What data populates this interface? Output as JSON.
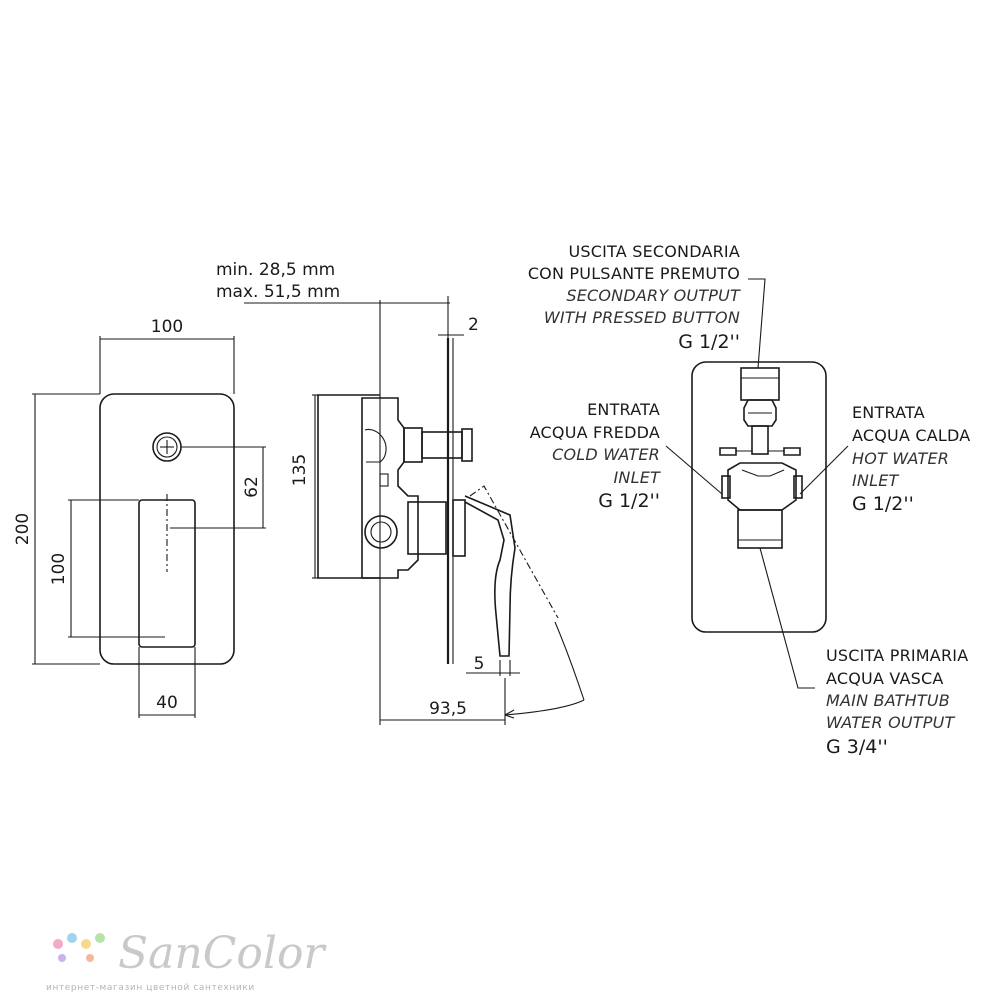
{
  "front_view": {
    "width_label": "100",
    "height_label": "200",
    "button_offset_label": "62",
    "lever_height_label": "100",
    "lever_width_label": "40"
  },
  "side_view": {
    "depth_min": "min. 28,5 mm",
    "depth_max": "max. 51,5 mm",
    "plate_thickness_label": "2",
    "body_height_label": "135",
    "lever_gap_label": "5",
    "total_depth_label": "93,5"
  },
  "rear_view": {
    "secondary_output": {
      "lines_it": [
        "USCITA SECONDARIA",
        "CON PULSANTE PREMUTO"
      ],
      "lines_en": [
        "SECONDARY OUTPUT",
        "WITH PRESSED BUTTON"
      ],
      "thread": "G 1/2''"
    },
    "cold_inlet": {
      "lines_it": [
        "ENTRATA",
        "ACQUA FREDDA"
      ],
      "lines_en": [
        "COLD WATER",
        "INLET"
      ],
      "thread": "G 1/2''"
    },
    "hot_inlet": {
      "lines_it": [
        "ENTRATA",
        "ACQUA CALDA"
      ],
      "lines_en": [
        "HOT WATER",
        "INLET"
      ],
      "thread": "G 1/2''"
    },
    "main_output": {
      "lines_it": [
        "USCITA PRIMARIA",
        "ACQUA VASCA"
      ],
      "lines_en": [
        "MAIN BATHTUB",
        "WATER OUTPUT"
      ],
      "thread": "G 3/4''"
    }
  },
  "logo": {
    "name": "SanColor",
    "tagline": "интернет-магазин цветной сантехники",
    "dot_colors": [
      "#f4a9c8",
      "#9fd3f0",
      "#f7d98b",
      "#b6e3a8",
      "#c9b3ec",
      "#f5b89a"
    ]
  }
}
